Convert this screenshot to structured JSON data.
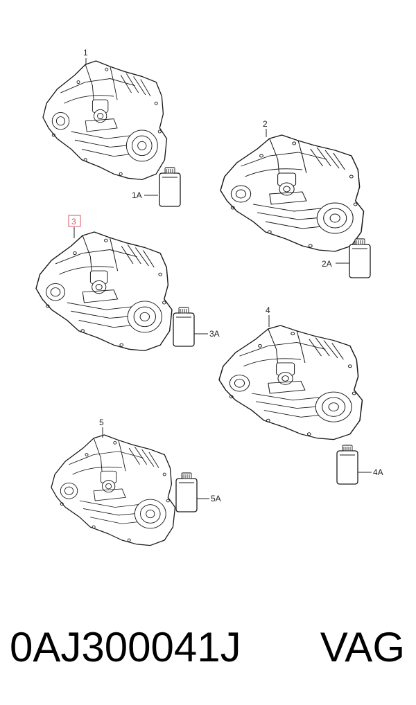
{
  "diagram": {
    "callouts": {
      "c1": "1",
      "c2": "2",
      "c3": "3",
      "c4": "4",
      "c5": "5",
      "c1a": "1A",
      "c2a": "2A",
      "c3a": "3A",
      "c4a": "4A",
      "c5a": "5A"
    },
    "highlight_color": "#d9536a"
  },
  "footer": {
    "part_number": "0AJ300041J",
    "brand": "VAG"
  }
}
